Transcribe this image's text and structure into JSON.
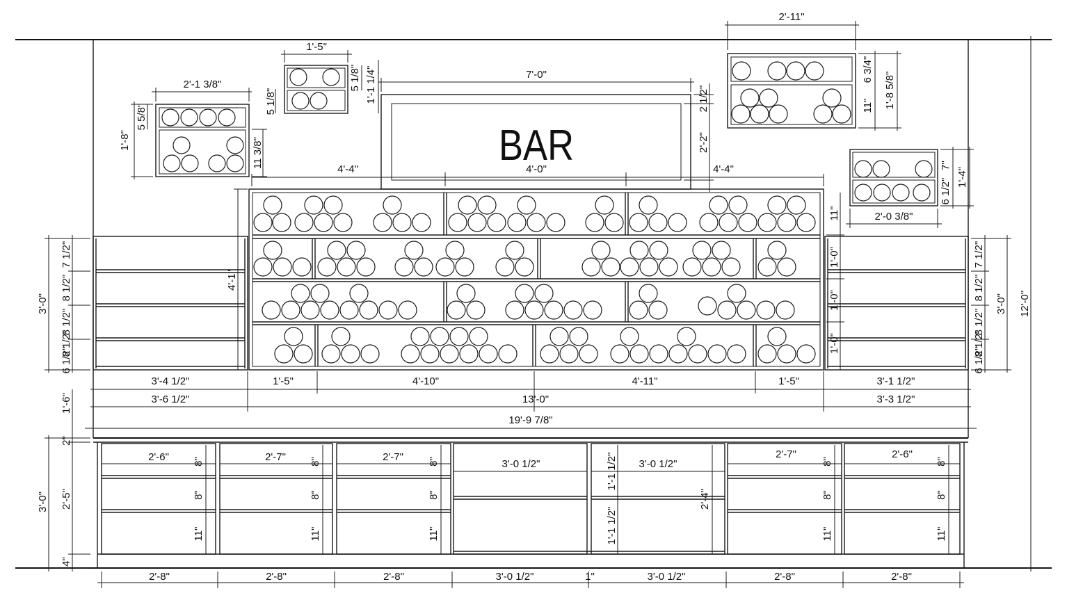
{
  "title": "BAR",
  "dimensions": {
    "cab1_w": "2'-1 3/8\"",
    "cab1_h": "1'-8\"",
    "cab1_top": "5 5/8\"",
    "cab1_bot": "11 3/8\"",
    "cab2_w": "1'-5\"",
    "cab2_a": "5 1/8\"",
    "cab2_b": "5 1/8\"",
    "cab2_c": "1'-1 1/4\"",
    "sign_w": "7'-0\"",
    "sign_a": "2 1/2\"",
    "sign_b": "2'-2\"",
    "sign_inner_w": "4'-0\"",
    "cab3_w": "2'-11\"",
    "cab3_a": "6 3/4\"",
    "cab3_b": "11\"",
    "cab3_c": "1'-8 5/8\"",
    "cab4_w": "2'-0 3/8\"",
    "cab4_a": "7\"",
    "cab4_b": "6 1/2\"",
    "cab4_c": "1'-4\"",
    "left_44": "4'-4\"",
    "right_44": "4'-4\"",
    "rack_h": "4'-1\"",
    "rack_r1": "11\"",
    "rack_r2": "1'-0\"",
    "rack_r3": "1'-0\"",
    "rack_r4": "1'-0\"",
    "shelf_l_total": "3'-0\"",
    "shelf_l_s1": "7 1/2\"",
    "shelf_l_s2": "8 1/2\"",
    "shelf_l_s3": "8 1/2\"",
    "shelf_l_s4": "8 1/2\"",
    "shelf_l_s5": "6 1/2\"",
    "shelf_r_total": "3'-0\"",
    "shelf_r_s1": "7 1/2\"",
    "shelf_r_s2": "8 1/2\"",
    "shelf_r_s3": "8 1/2\"",
    "shelf_r_s4": "8 1/2\"",
    "shelf_r_s5": "6 1/2\"",
    "overall_h": "12'-0\"",
    "w_left_shelf": "3'-4 1/2\"",
    "w_15a": "1'-5\"",
    "w_410": "4'-10\"",
    "w_411": "4'-11\"",
    "w_15b": "1'-5\"",
    "w_right_shelf": "3'-1 1/2\"",
    "w_left_total": "3'-6 1/2\"",
    "w_13": "13'-0\"",
    "w_right_total": "3'-3 1/2\"",
    "w_overall": "19'-9 7/8\"",
    "h_16": "1'-6\"",
    "h_2": "2\"",
    "h_30": "3'-0\"",
    "h_25": "2'-5\"",
    "h_4": "4\"",
    "lc_26a": "2'-6\"",
    "lc_27a": "2'-7\"",
    "lc_27b": "2'-7\"",
    "lc_3012a": "3'-0 1/2\"",
    "lc_3012b": "3'-0 1/2\"",
    "lc_27c": "2'-7\"",
    "lc_26b": "2'-6\"",
    "lc_8": "8\"",
    "lc_11": "11\"",
    "lc_1112": "1'-1 1/2\"",
    "lc_24": "2'-4\"",
    "b_28a": "2'-8\"",
    "b_28b": "2'-8\"",
    "b_28c": "2'-8\"",
    "b_3012a": "3'-0 1/2\"",
    "b_1": "1\"",
    "b_3012b": "3'-0 1/2\"",
    "b_28d": "2'-8\"",
    "b_28e": "2'-8\""
  }
}
